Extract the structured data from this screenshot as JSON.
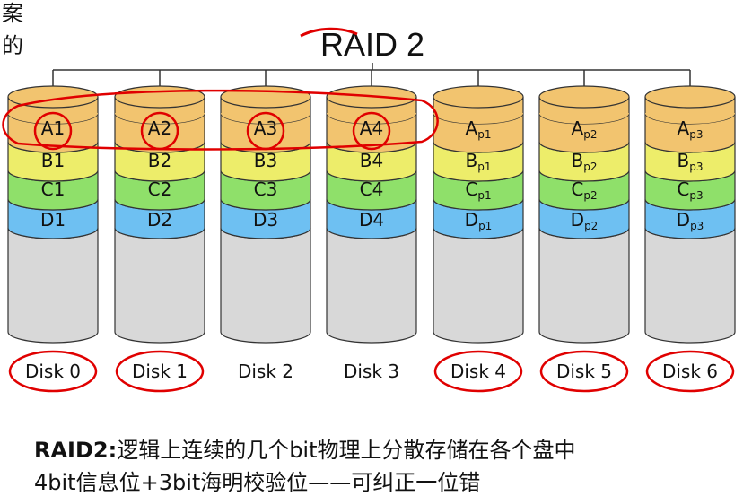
{
  "corner_text": [
    "案",
    "的"
  ],
  "diagram": {
    "title": "RAID 2",
    "colors": {
      "A": "#f2c46f",
      "B": "#eded6a",
      "C": "#8fe06a",
      "D": "#6ec0f2",
      "body": "#d8d8d8",
      "stroke": "#333333",
      "annotation": "#e00000"
    },
    "disks": [
      {
        "label": "Disk 0",
        "rows": [
          {
            "main": "A1",
            "sub": ""
          },
          {
            "main": "B1",
            "sub": ""
          },
          {
            "main": "C1",
            "sub": ""
          },
          {
            "main": "D1",
            "sub": ""
          }
        ]
      },
      {
        "label": "Disk 1",
        "rows": [
          {
            "main": "A2",
            "sub": ""
          },
          {
            "main": "B2",
            "sub": ""
          },
          {
            "main": "C2",
            "sub": ""
          },
          {
            "main": "D2",
            "sub": ""
          }
        ]
      },
      {
        "label": "Disk 2",
        "rows": [
          {
            "main": "A3",
            "sub": ""
          },
          {
            "main": "B3",
            "sub": ""
          },
          {
            "main": "C3",
            "sub": ""
          },
          {
            "main": "D3",
            "sub": ""
          }
        ]
      },
      {
        "label": "Disk 3",
        "rows": [
          {
            "main": "A4",
            "sub": ""
          },
          {
            "main": "B4",
            "sub": ""
          },
          {
            "main": "C4",
            "sub": ""
          },
          {
            "main": "D4",
            "sub": ""
          }
        ]
      },
      {
        "label": "Disk 4",
        "rows": [
          {
            "main": "A",
            "sub": "p1"
          },
          {
            "main": "B",
            "sub": "p1"
          },
          {
            "main": "C",
            "sub": "p1"
          },
          {
            "main": "D",
            "sub": "p1"
          }
        ]
      },
      {
        "label": "Disk 5",
        "rows": [
          {
            "main": "A",
            "sub": "p2"
          },
          {
            "main": "B",
            "sub": "p2"
          },
          {
            "main": "C",
            "sub": "p2"
          },
          {
            "main": "D",
            "sub": "p2"
          }
        ]
      },
      {
        "label": "Disk 6",
        "rows": [
          {
            "main": "A",
            "sub": "p3"
          },
          {
            "main": "B",
            "sub": "p3"
          },
          {
            "main": "C",
            "sub": "p3"
          },
          {
            "main": "D",
            "sub": "p3"
          }
        ]
      }
    ]
  },
  "caption": {
    "line1_prefix": "RAID2:",
    "line1_text": "逻辑上连续的几个bit物理上分散存储在各个盘中",
    "line2_text": "4bit信息位+3bit海明校验位——可纠正一位错"
  }
}
